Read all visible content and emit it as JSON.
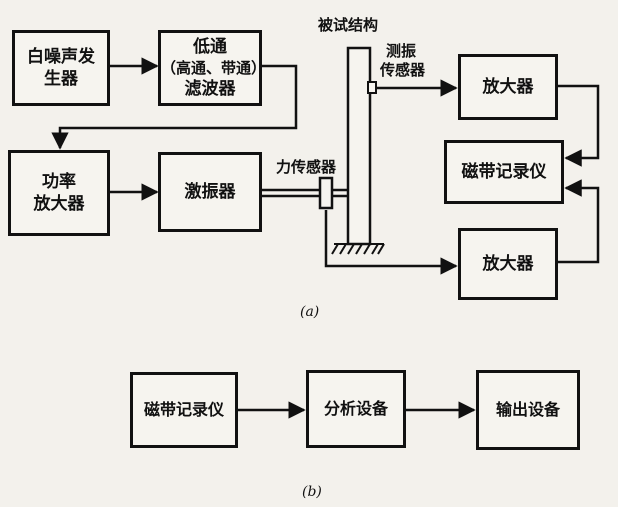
{
  "diagram_a": {
    "white_noise_generator": "白噪声发生器",
    "filter": [
      "低通",
      "（高通、带通）",
      "滤波器"
    ],
    "power_amplifier": [
      "功率",
      "放大器"
    ],
    "exciter": "激振器",
    "force_sensor": "力传感器",
    "test_structure": "被试结构",
    "vibration_sensor": [
      "测振",
      "传感器"
    ],
    "amplifier_top": "放大器",
    "tape_recorder": "磁带记录仪",
    "amplifier_bottom": "放大器",
    "caption": "(a)"
  },
  "diagram_b": {
    "tape_recorder": "磁带记录仪",
    "analysis_equipment": "分析设备",
    "output_equipment": "输出设备",
    "caption": "(b)"
  }
}
